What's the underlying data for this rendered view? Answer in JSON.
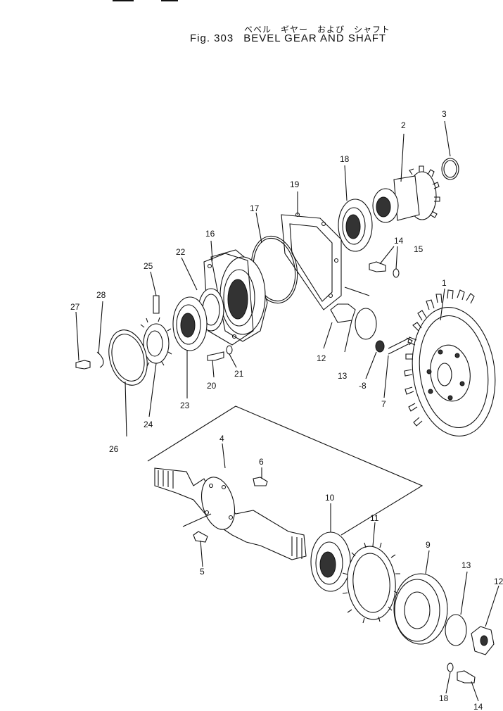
{
  "title": {
    "japanese": "ベベル　ギヤー　および　シャフト",
    "figure": "Fig. 303",
    "english": "BEVEL GEAR AND SHAFT"
  },
  "labels": [
    {
      "key": "1",
      "text": "1"
    },
    {
      "key": "2",
      "text": "2"
    },
    {
      "key": "3",
      "text": "3"
    },
    {
      "key": "4",
      "text": "4"
    },
    {
      "key": "5",
      "text": "5"
    },
    {
      "key": "6",
      "text": "6"
    },
    {
      "key": "7",
      "text": "7"
    },
    {
      "key": "8",
      "text": "-8"
    },
    {
      "key": "9",
      "text": "9"
    },
    {
      "key": "10",
      "text": "10"
    },
    {
      "key": "11",
      "text": "11"
    },
    {
      "key": "12a",
      "text": "12"
    },
    {
      "key": "12b",
      "text": "12"
    },
    {
      "key": "13a",
      "text": "13"
    },
    {
      "key": "13b",
      "text": "13"
    },
    {
      "key": "14a",
      "text": "14"
    },
    {
      "key": "14b",
      "text": "14"
    },
    {
      "key": "15",
      "text": "15"
    },
    {
      "key": "16",
      "text": "16"
    },
    {
      "key": "17",
      "text": "17"
    },
    {
      "key": "18a",
      "text": "18"
    },
    {
      "key": "18b",
      "text": "18"
    },
    {
      "key": "19",
      "text": "19"
    },
    {
      "key": "20",
      "text": "20"
    },
    {
      "key": "21",
      "text": "21"
    },
    {
      "key": "22",
      "text": "22"
    },
    {
      "key": "23",
      "text": "23"
    },
    {
      "key": "24",
      "text": "24"
    },
    {
      "key": "25",
      "text": "25"
    },
    {
      "key": "26",
      "text": "26"
    },
    {
      "key": "27",
      "text": "27"
    },
    {
      "key": "28",
      "text": "28"
    }
  ]
}
